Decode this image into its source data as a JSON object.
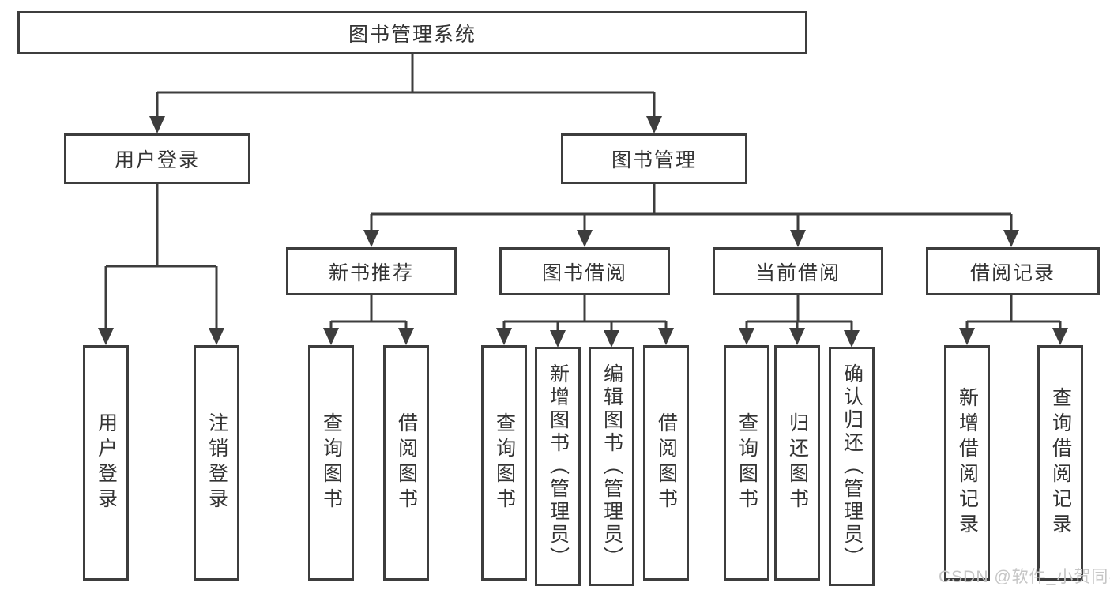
{
  "tree": {
    "root": "图书管理系统",
    "branches": [
      {
        "label": "用户登录",
        "children": [
          "用户登录",
          "注销登录"
        ]
      },
      {
        "label": "图书管理",
        "sections": [
          {
            "label": "新书推荐",
            "children": [
              "查询图书",
              "借阅图书"
            ]
          },
          {
            "label": "图书借阅",
            "children": [
              "查询图书",
              "新增图书（管理员）",
              "编辑图书（管理员）",
              "借阅图书"
            ]
          },
          {
            "label": "当前借阅",
            "children": [
              "查询图书",
              "归还图书",
              "确认归还（管理员）"
            ]
          },
          {
            "label": "借阅记录",
            "children": [
              "新增借阅记录",
              "查询借阅记录"
            ]
          }
        ]
      }
    ]
  },
  "watermark": "CSDN @软件_小贺同学",
  "colors": {
    "line": "#3d3d3d",
    "text": "#333333",
    "watermark": "#c6c6c6",
    "background": "#ffffff"
  }
}
